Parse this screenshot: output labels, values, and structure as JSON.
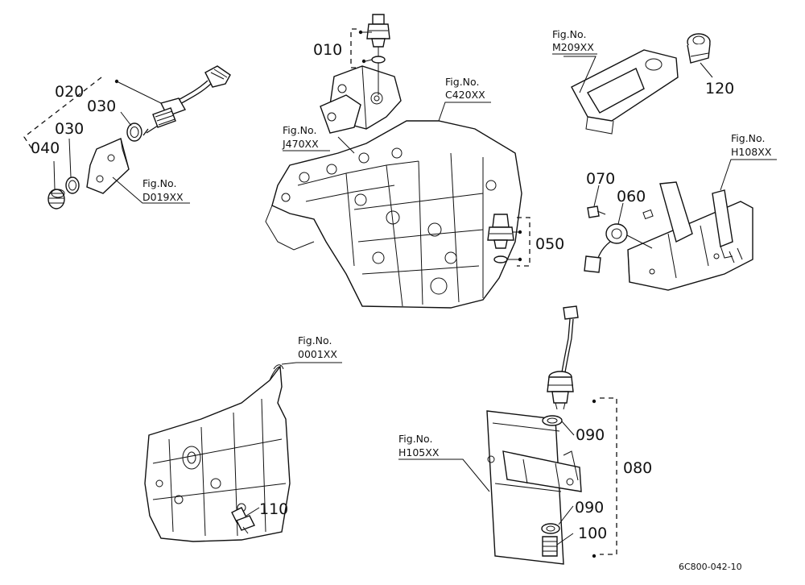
{
  "callouts": {
    "c010": "010",
    "c020": "020",
    "c030a": "030",
    "c030b": "030",
    "c040": "040",
    "c050": "050",
    "c060": "060",
    "c070": "070",
    "c080": "080",
    "c090a": "090",
    "c090b": "090",
    "c100": "100",
    "c110": "110",
    "c120": "120"
  },
  "figure_refs": {
    "d019": {
      "label": "Fig.No.",
      "code": "D019XX"
    },
    "j470": {
      "label": "Fig.No.",
      "code": "J470XX"
    },
    "c420": {
      "label": "Fig.No.",
      "code": "C420XX"
    },
    "m209": {
      "label": "Fig.No.",
      "code": "M209XX"
    },
    "h108": {
      "label": "Fig.No.",
      "code": "H108XX"
    },
    "f0001": {
      "label": "Fig.No.",
      "code": "0001XX"
    },
    "h105": {
      "label": "Fig.No.",
      "code": "H105XX"
    }
  },
  "drawing_id": "6C800-042-10"
}
